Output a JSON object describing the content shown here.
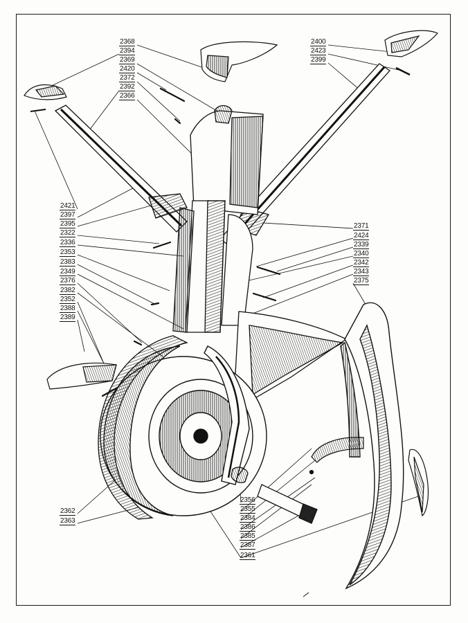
{
  "colors": {
    "ink": "#111111",
    "paper": "#fdfdfb",
    "shade": "#3a3a3a"
  },
  "labels": {
    "l2368": "2368",
    "l2394": "2394",
    "l2369": "2369",
    "l2420": "2420",
    "l2372": "2372",
    "l2392": "2392",
    "l2366": "2366",
    "l2400": "2400",
    "l2423": "2423",
    "l2399": "2399",
    "l2421": "2421",
    "l2397": "2397",
    "l2395": "2395",
    "l2322": "2322",
    "l2336": "2336",
    "l2353": "2353",
    "l2383": "2383",
    "l2349": "2349",
    "l2376": "2376",
    "l2382": "2382",
    "l2352": "2352",
    "l2388": "2388",
    "l2389": "2389",
    "l2371": "2371",
    "l2424": "2424",
    "l2339": "2339",
    "l2340": "2340",
    "l2342": "2342",
    "l2343": "2343",
    "l2375": "2375",
    "l2362": "2362",
    "l2363": "2363",
    "l2356": "2356",
    "l2355": "2355",
    "l2384": "2384",
    "l2386": "2386",
    "l2385": "2385",
    "l2387": "2387",
    "l2361": "2361"
  }
}
